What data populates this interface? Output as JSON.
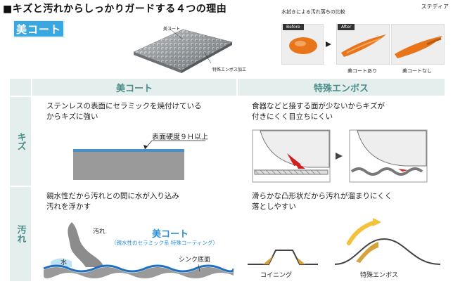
{
  "title": "■キズと汚れからしっかりガードする４つの理由",
  "brand": "ステディア",
  "badge": "美コート",
  "illustration": {
    "label_coat": "美コート",
    "label_emboss": "特殊エンボス加工"
  },
  "comparison": {
    "title": "水拭きによる汚れ落ちの比較",
    "before_tag": "Before",
    "after_tag": "After",
    "caption_with": "美コートあり",
    "caption_without": "美コートなし"
  },
  "table": {
    "col1_header": "美コート",
    "col2_header": "特殊エンボス",
    "row1_header": "キズ",
    "row2_header": "汚れ",
    "r1c1_text": [
      "ステンレスの表面にセラミックを焼付けている",
      "からキズに強い"
    ],
    "r1c1_label": "表面硬度９Ｈ以上",
    "r1c2_text": [
      "食器などと接する面が少ないからキズが",
      "付きにくく目立ちにくい"
    ],
    "r2c1_text": [
      "親水性だから汚れとの間に水が入り込み",
      "汚れを浮かす"
    ],
    "r2c1_label_dirt": "汚れ",
    "r2c1_label_water": "水",
    "r2c1_coat_title": "美コート",
    "r2c1_coat_sub": "（親水性のセラミック系 特殊コーティング）",
    "r2c1_label_sink": "シンク底面",
    "r2c2_text": [
      "滑らかな凸形状だから汚れが溜まりにくく",
      "落としやすい"
    ],
    "r2c2_label_coining": "コイニング",
    "r2c2_label_emboss": "特殊エンボス"
  },
  "colors": {
    "accent": "#3aa7e0",
    "header_bg": "#e3eeed",
    "header_text": "#4a8c87",
    "stain": "#e8751a",
    "highlight": "#f3c13a"
  }
}
